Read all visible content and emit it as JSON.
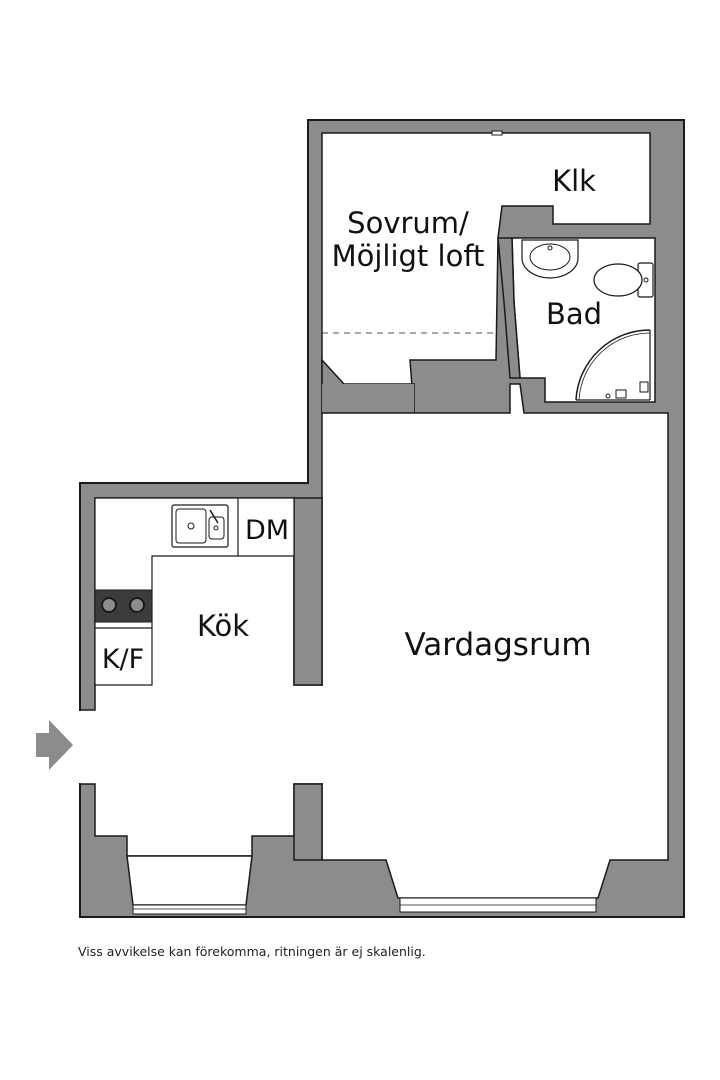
{
  "rooms": {
    "bedroom_line1": "Sovrum/",
    "bedroom_line2": "Möjligt loft",
    "closet": "Klk",
    "bathroom": "Bad",
    "dishwasher": "DM",
    "kitchen": "Kök",
    "fridge_freezer": "K/F",
    "living_room": "Vardagsrum"
  },
  "disclaimer": "Viss avvikelse kan förekomma, ritningen är ej skalenlig.",
  "colors": {
    "wall": "#8a8c8e",
    "outline": "#1a1a1a",
    "floor": "#ffffff"
  },
  "icons": {
    "entrance": "entrance-arrow-icon",
    "sink": "kitchen-sink-icon",
    "stove": "stove-icon",
    "washbasin": "washbasin-icon",
    "toilet": "toilet-icon",
    "shower": "shower-icon"
  }
}
